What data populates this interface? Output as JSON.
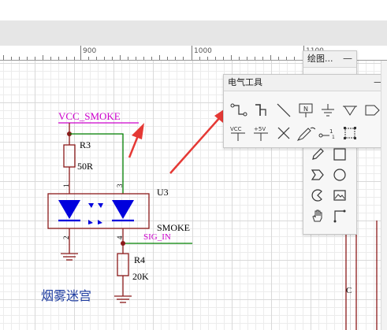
{
  "ruler": {
    "labels": [
      "900",
      "1000",
      "1100"
    ]
  },
  "schematic": {
    "net_vcc": "VCC_SMOKE",
    "r3_ref": "R3",
    "r3_value": "50R",
    "u3_ref": "U3",
    "pin1": "1",
    "pin2": "2",
    "pin3": "3",
    "pin4": "4",
    "smoke_label": "SMOKE",
    "net_sig": "SIG_IN",
    "r4_ref": "R4",
    "r4_value": "20K",
    "title_text": "烟雾迷宫",
    "c_label": "C"
  },
  "drawing_panel": {
    "title": "绘图..."
  },
  "electrical_panel": {
    "title": "电气工具",
    "vcc_label": "VCC",
    "p5v_label": "+5V",
    "bus_label": "1",
    "bus_sub": "1"
  },
  "colors": {
    "component_outline": "#8b1a1a",
    "wire": "#008000",
    "net_label": "#cc00cc",
    "diode_fill": "#0000dd",
    "annotation_arrow": "#e53935",
    "title_text": "#1e3ca0"
  },
  "icons": {
    "drawing_tools": [
      "pencil-icon",
      "rectangle-icon",
      "polygon-icon",
      "circle-icon",
      "arc-icon",
      "image-icon",
      "pan-hand-icon",
      "corner-line-icon"
    ],
    "electrical_tools": [
      "wire-icon",
      "bus-icon",
      "line-icon",
      "netlabel-icon",
      "ground-icon",
      "ground-triangle-icon",
      "port-icon",
      "vcc-icon",
      "plus5v-icon",
      "no-connect-icon",
      "probe-icon",
      "bus-entry-icon",
      "connect-icon"
    ]
  }
}
